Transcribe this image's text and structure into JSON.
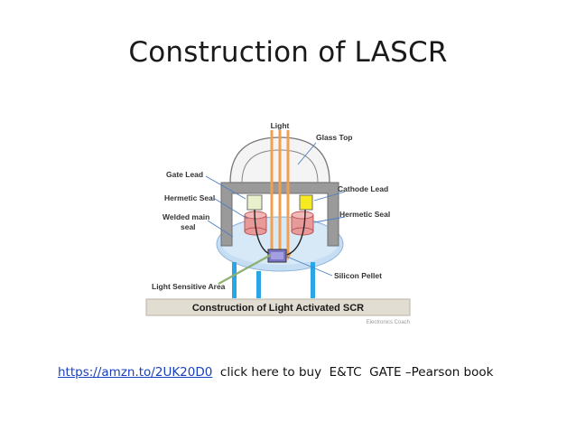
{
  "slide": {
    "title": "Construction of LASCR"
  },
  "diagram": {
    "labels": {
      "light": "Light",
      "glass_top": "Glass Top",
      "gate_lead": "Gate Lead",
      "hermetic_seal_left": "Hermetic Seal",
      "welded_main_seal_line1": "Welded main",
      "welded_main_seal_line2": "seal",
      "cathode_lead": "Cathode Lead",
      "hermetic_seal_right": "Hermetic Seal",
      "silicon_pellet": "Silicon Pellet",
      "light_sensitive_area": "Light Sensitive Area"
    },
    "caption": "Construction of Light Activated SCR",
    "credit": "Electronics Coach"
  },
  "footer": {
    "link_text": "https://amzn.to/2UK20D0",
    "text": "  click here to buy  E&TC  GATE –Pearson book"
  }
}
